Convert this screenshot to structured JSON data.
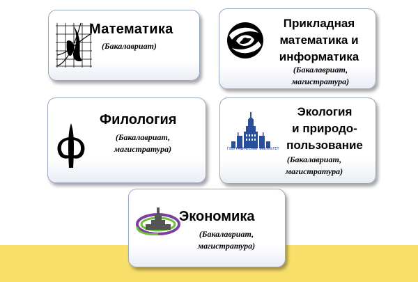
{
  "cards": [
    {
      "id": "math",
      "title": "Математика",
      "subtitle_lines": [
        "(Бакалавриат)"
      ],
      "logo_icon": "math-logo-icon"
    },
    {
      "id": "ami",
      "title_lines": [
        "Прикладная",
        "математика и",
        "информатика"
      ],
      "subtitle_lines": [
        "(Бакалавриат,",
        "магистратура)"
      ],
      "logo_icon": "swirl-logo-icon"
    },
    {
      "id": "phil",
      "title": "Филология",
      "subtitle_lines": [
        "(Бакалавриат,",
        "магистратура)"
      ],
      "logo_icon": "phi-logo-icon"
    },
    {
      "id": "eco",
      "title_lines": [
        "Экология",
        "и природо-",
        "пользование"
      ],
      "subtitle_lines": [
        "(Бакалавриат,",
        "магистратура)"
      ],
      "logo_icon": "msu-building-logo-icon",
      "logo_caption": "ГЕОГРАФИЧЕСКИЙ ФАКУЛЬТЕТ"
    },
    {
      "id": "econ",
      "title": "Экономика",
      "subtitle_lines": [
        "(Бакалавриат,",
        "магистратура)"
      ],
      "logo_icon": "economics-logo-icon"
    }
  ],
  "colors": {
    "band": "#f7df6a",
    "card_border": "#9aa7c2",
    "logo_blue": "#1b3f8f",
    "logo_green": "#6fbf3a",
    "logo_purple": "#7b3f9e"
  }
}
